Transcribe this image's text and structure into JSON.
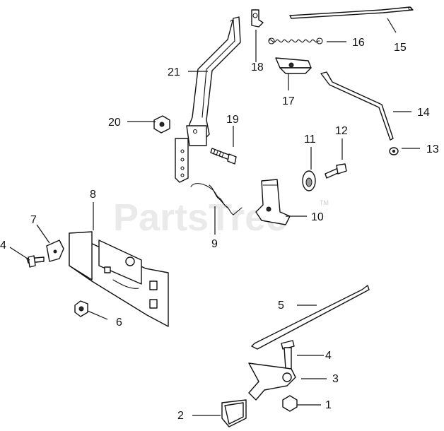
{
  "watermark": {
    "text": "PartsTree",
    "tm": "TM"
  },
  "callouts": {
    "c1": "1",
    "c2": "2",
    "c3": "3",
    "c4a": "4",
    "c4b": "4",
    "c5": "5",
    "c6": "6",
    "c7": "7",
    "c8": "8",
    "c9": "9",
    "c10": "10",
    "c11": "11",
    "c12": "12",
    "c13": "13",
    "c14": "14",
    "c15": "15",
    "c16": "16",
    "c17": "17",
    "c18": "18",
    "c19": "19",
    "c20": "20",
    "c21": "21"
  }
}
